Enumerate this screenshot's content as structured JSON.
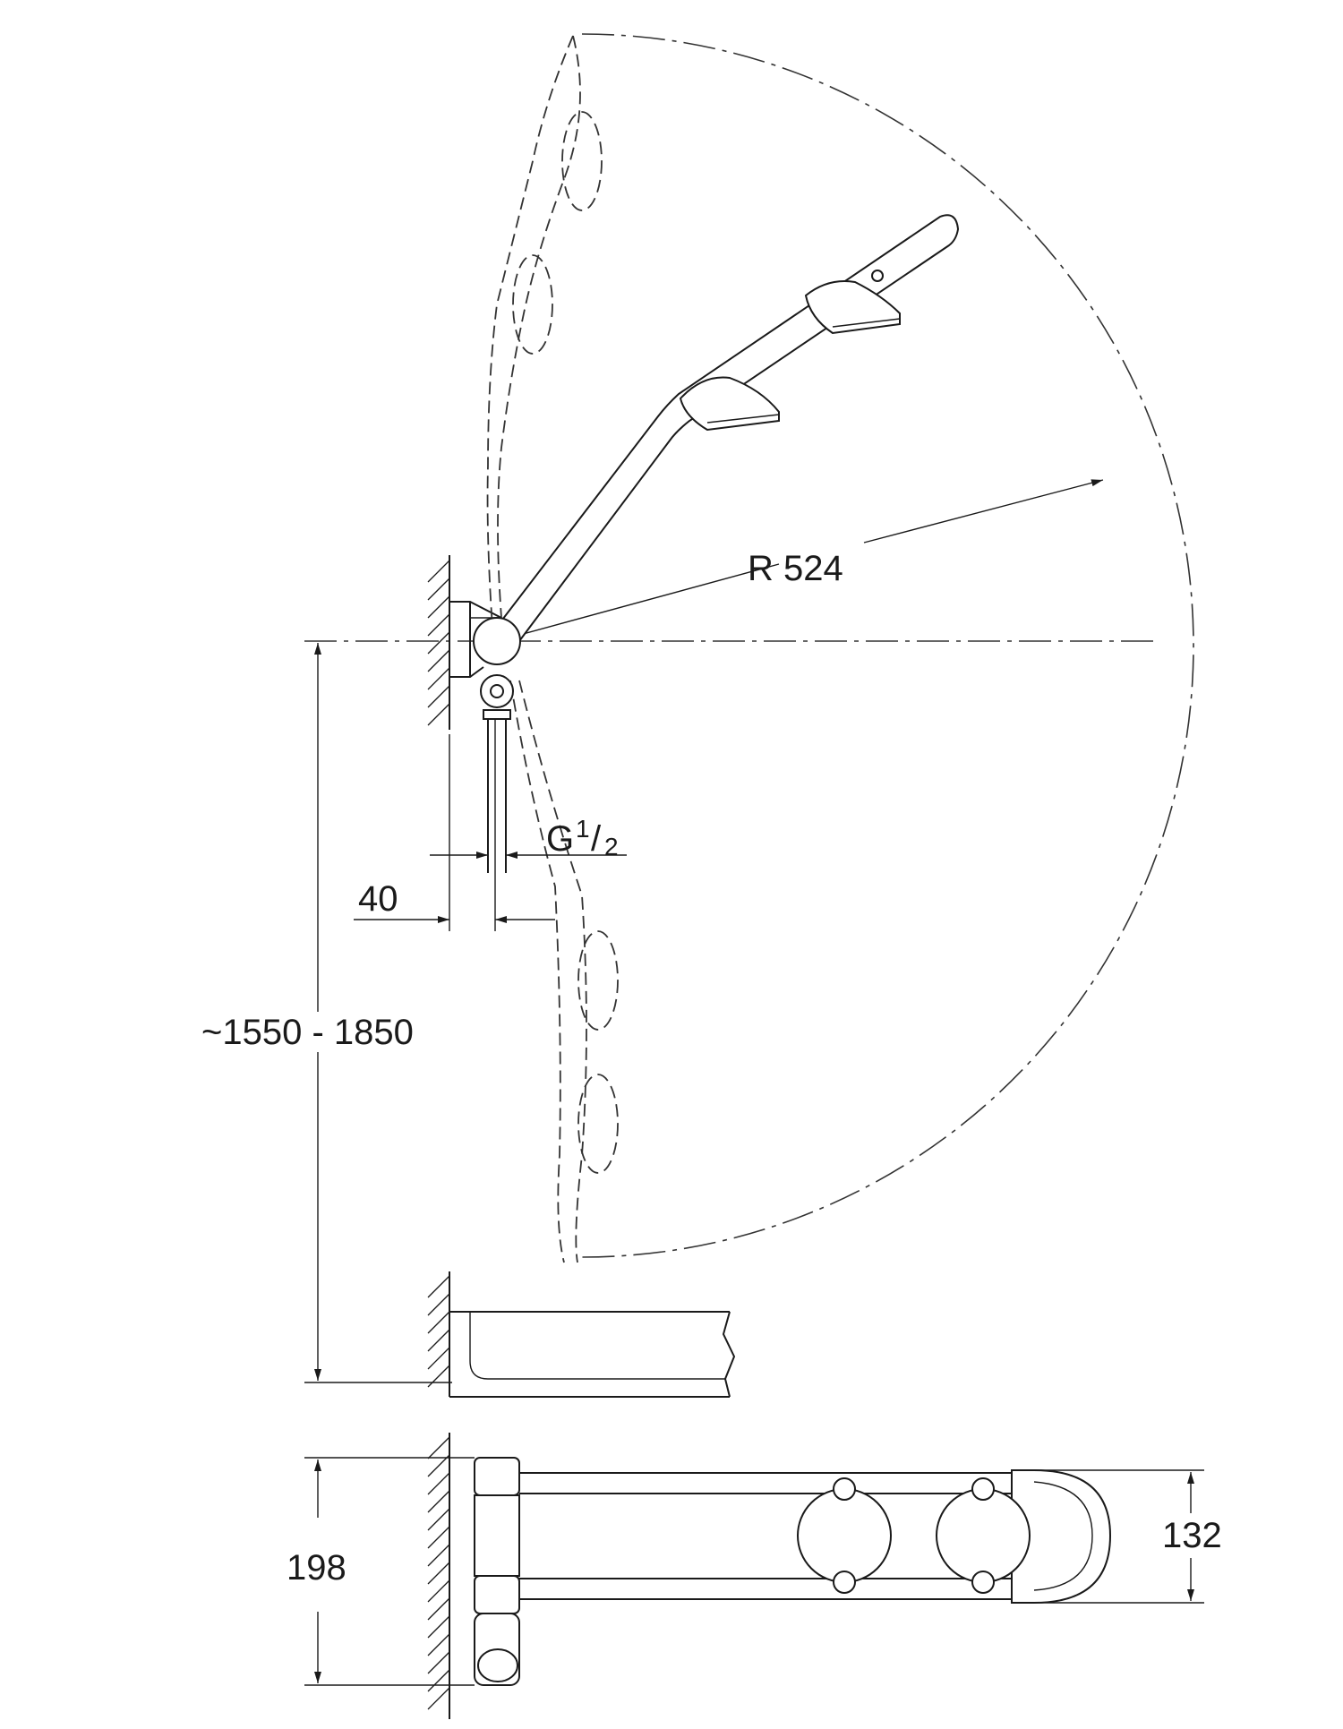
{
  "drawing": {
    "dimensions": {
      "radius": "R 524",
      "thread_main": "G",
      "thread_sup": "1",
      "thread_sub": "2",
      "wall_offset": "40",
      "height_range": "~1550 - 1850",
      "bar_height": "198",
      "mixer_height": "132"
    }
  }
}
